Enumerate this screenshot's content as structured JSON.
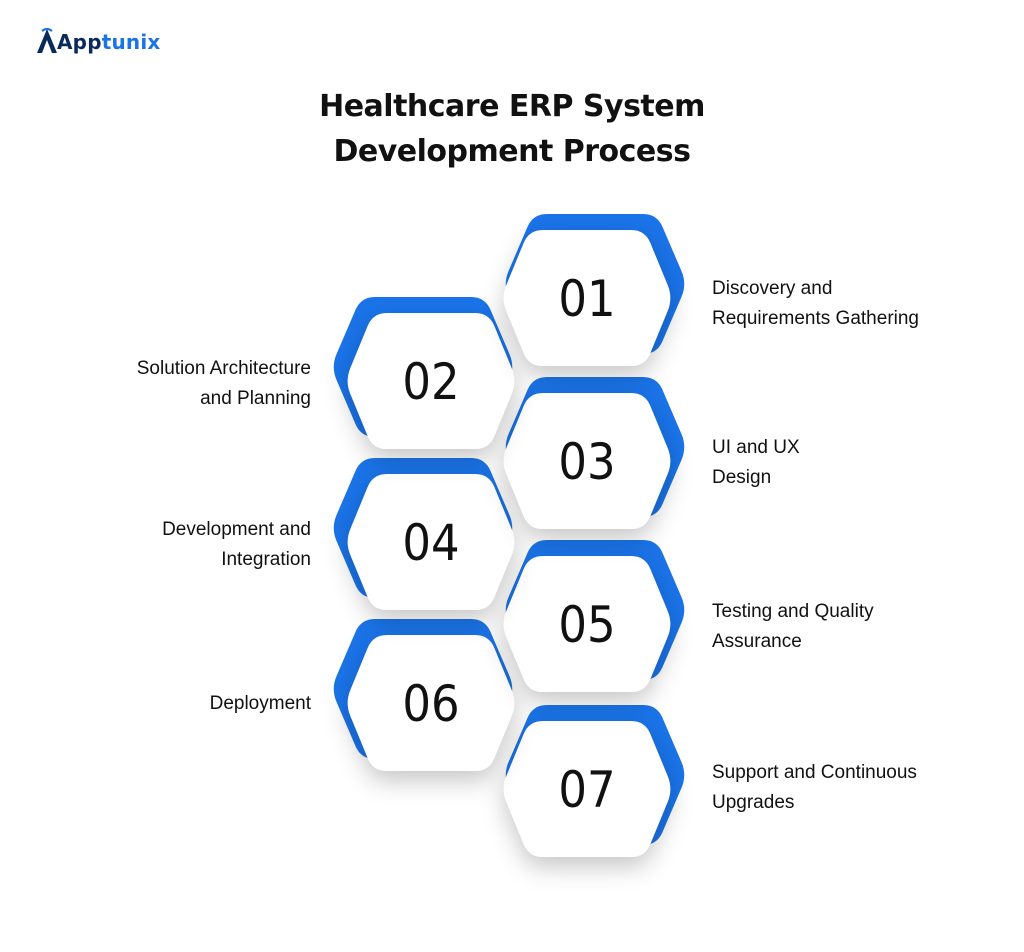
{
  "brand": {
    "name_part1": "App",
    "name_part2": "tunix"
  },
  "title": {
    "line1": "Healthcare ERP System",
    "line2": "Development Process"
  },
  "colors": {
    "accent": "#1a73e8",
    "logo_dark": "#0a2a5c",
    "text": "#111111"
  },
  "steps": [
    {
      "number": "01",
      "label_line1": "Discovery and",
      "label_line2": "Requirements Gathering"
    },
    {
      "number": "02",
      "label_line1": "Solution Architecture",
      "label_line2": "and Planning"
    },
    {
      "number": "03",
      "label_line1": "UI and UX",
      "label_line2": "Design"
    },
    {
      "number": "04",
      "label_line1": "Development and",
      "label_line2": "Integration"
    },
    {
      "number": "05",
      "label_line1": "Testing and Quality",
      "label_line2": "Assurance"
    },
    {
      "number": "06",
      "label_line1": "Deployment",
      "label_line2": ""
    },
    {
      "number": "07",
      "label_line1": "Support and Continuous",
      "label_line2": "Upgrades"
    }
  ]
}
